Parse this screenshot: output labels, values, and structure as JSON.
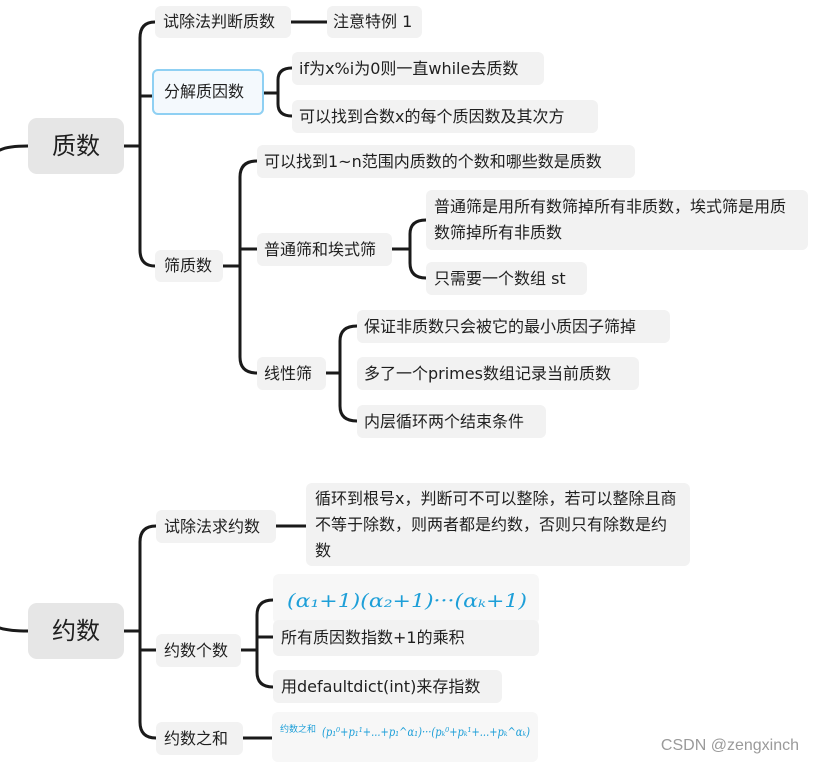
{
  "colors": {
    "line": "#1a1a1a",
    "node_bg": "#f2f2f2",
    "root_bg": "#e6e6e6",
    "selected_border": "#8fd0f3",
    "ink": "#1e9fd8"
  },
  "prime": {
    "title": "质数",
    "trial": {
      "label": "试除法判断质数",
      "note": "注意特例 1"
    },
    "factor": {
      "label": "分解质因数",
      "items": [
        "if为x%i为0则一直while去质数",
        "可以找到合数x的每个质因数及其次方"
      ]
    },
    "sieve": {
      "label": "筛质数",
      "desc": "可以找到1~n范围内质数的个数和哪些数是质数",
      "normal": {
        "label": "普通筛和埃式筛",
        "items": [
          "普通筛是用所有数筛掉所有非质数，埃式筛是用质数筛掉所有非质数",
          "只需要一个数组 st"
        ]
      },
      "linear": {
        "label": "线性筛",
        "items": [
          "保证非质数只会被它的最小质因子筛掉",
          "多了一个primes数组记录当前质数",
          "内层循环两个结束条件"
        ]
      }
    }
  },
  "divisor": {
    "title": "约数",
    "trial": {
      "label": "试除法求约数",
      "note": "循环到根号x，判断可不可以整除，若可以整除且商不等于除数，则两者都是约数，否则只有除数是约数"
    },
    "count": {
      "label": "约数个数",
      "handwriting": "(α₁+1)(α₂+1)···(αₖ+1)",
      "items": [
        "所有质因数指数+1的乘积",
        "用defaultdict(int)来存指数"
      ]
    },
    "sum": {
      "label": "约数之和",
      "handwriting_label": "约数之和",
      "handwriting": "(p₁⁰+p₁¹+...+p₁^α₁)···(pₖ⁰+pₖ¹+...+pₖ^αₖ)"
    }
  },
  "watermark": "CSDN @zengxinch"
}
